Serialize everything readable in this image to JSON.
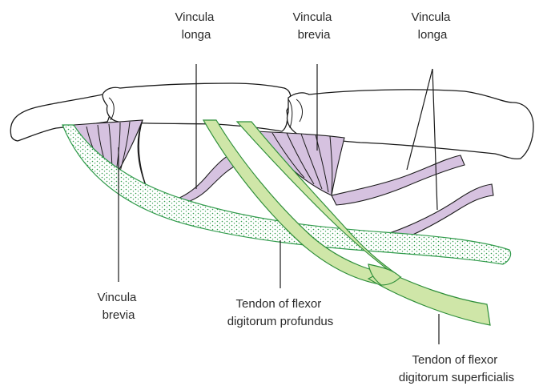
{
  "labels": {
    "vincula_longa_top_left": [
      "Vincula",
      "longa"
    ],
    "vincula_brevia_top": [
      "Vincula",
      "brevia"
    ],
    "vincula_longa_top_right": [
      "Vincula",
      "longa"
    ],
    "vincula_brevia_bottom": [
      "Vincula",
      "brevia"
    ],
    "tendon_fdp": [
      "Tendon of flexor",
      "digitorum profundus"
    ],
    "tendon_fds": [
      "Tendon of flexor",
      "digitorum superficialis"
    ]
  },
  "colors": {
    "vincula_fill": "#d6c2e0",
    "fds_fill": "#cfe6a8",
    "tendon_outline": "#2f8f3a",
    "fdp_stipple": "#2f9a4a"
  }
}
